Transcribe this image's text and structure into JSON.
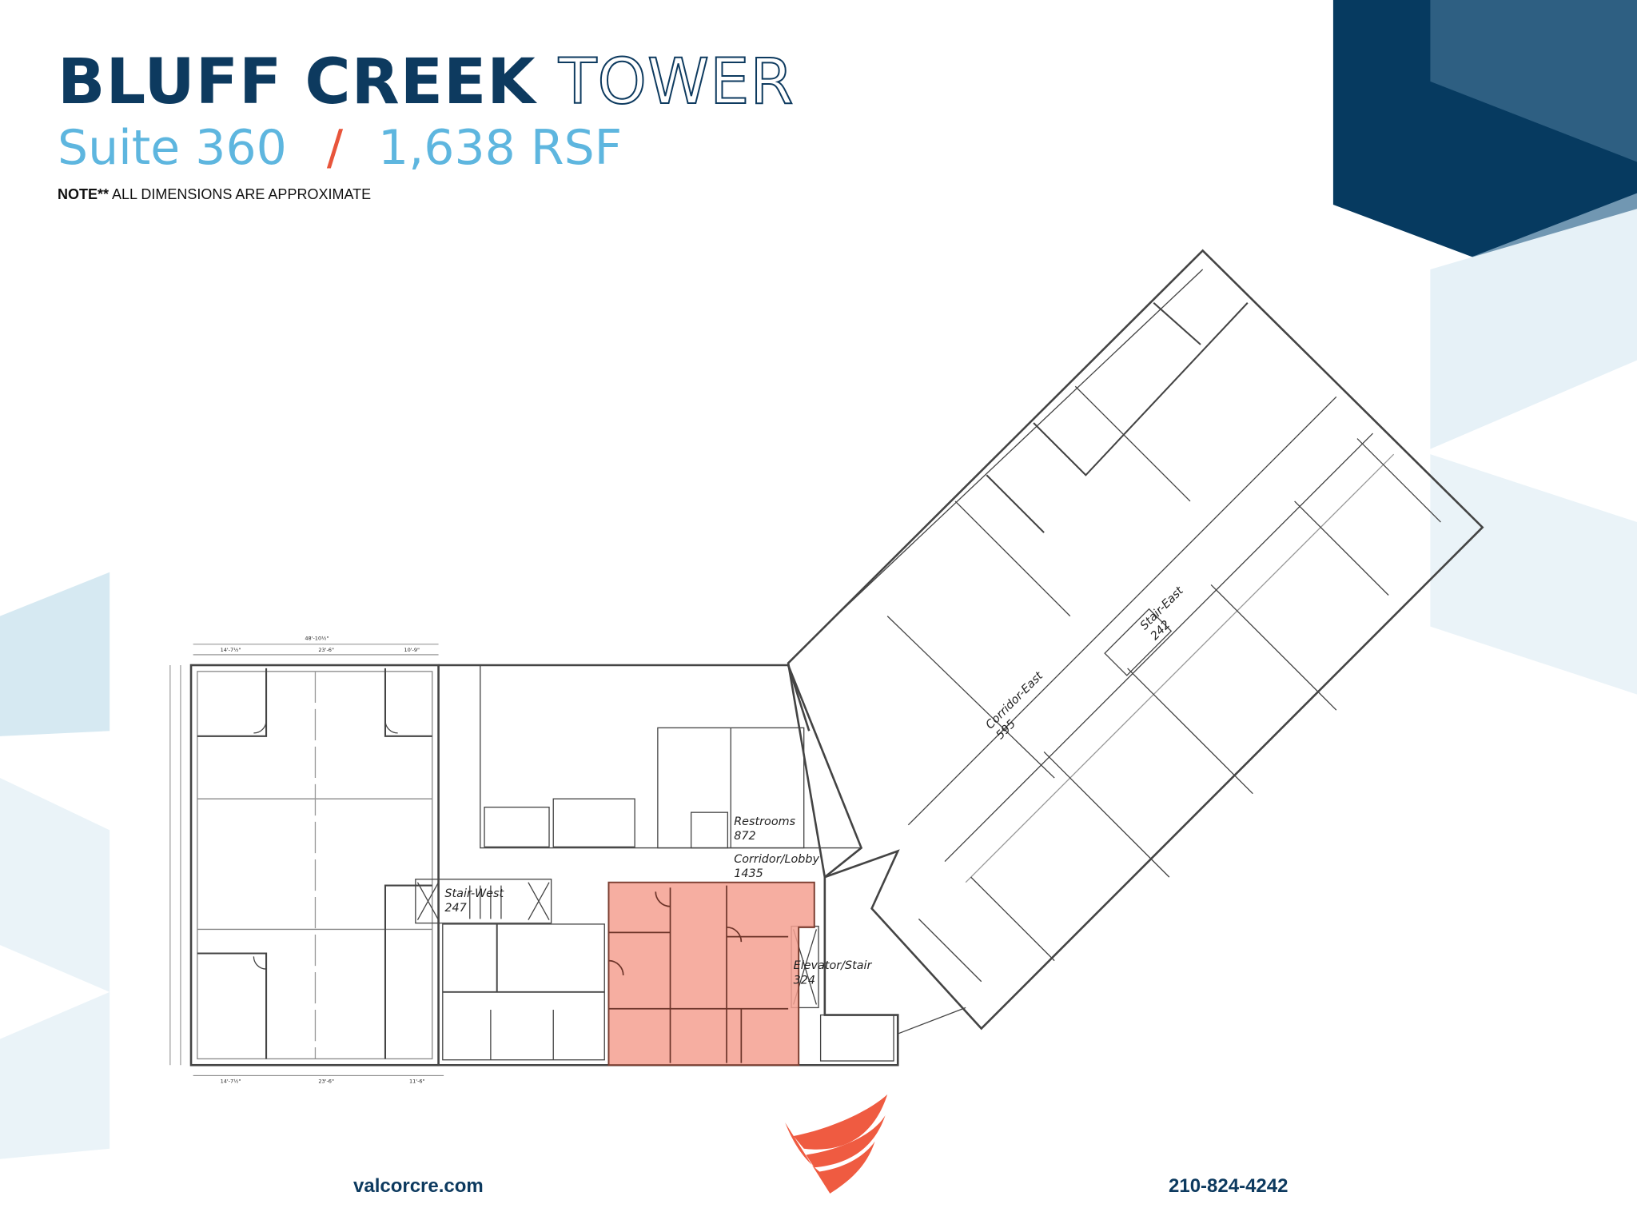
{
  "header": {
    "title_bold": "BLUFF CREEK",
    "title_outline": "TOWER",
    "suite": "Suite 360",
    "separator": "/",
    "area": "1,638 RSF",
    "note_label": "NOTE**",
    "note_text": "ALL DIMENSIONS ARE APPROXIMATE"
  },
  "floorplan": {
    "rooms": [
      {
        "name": "Restrooms",
        "area": "872"
      },
      {
        "name": "Corridor/Lobby",
        "area": "1435"
      },
      {
        "name": "Stair-West",
        "area": "247"
      },
      {
        "name": "Elevator/Stair",
        "area": "324"
      },
      {
        "name": "Corridor-East",
        "area": "595"
      },
      {
        "name": "Stair-East",
        "area": "242"
      }
    ],
    "dimensions_top": {
      "overall": "48'-10½\"",
      "segments": [
        "14'-7½\"",
        "23'-6\"",
        "10'-9\""
      ]
    },
    "dimensions_bottom": {
      "segments": [
        "14'-7½\"",
        "23'-6\"",
        "11'-6\""
      ]
    },
    "highlight_suite": "Suite 360",
    "highlight_color": "#f4a090"
  },
  "footer": {
    "website": "valcorcre.com",
    "phone": "210-824-4242"
  },
  "colors": {
    "navy": "#0d3a5f",
    "light_blue": "#5eb6df",
    "accent_orange": "#e8553b"
  },
  "logo": {
    "icon": "valcor-v-logo"
  }
}
